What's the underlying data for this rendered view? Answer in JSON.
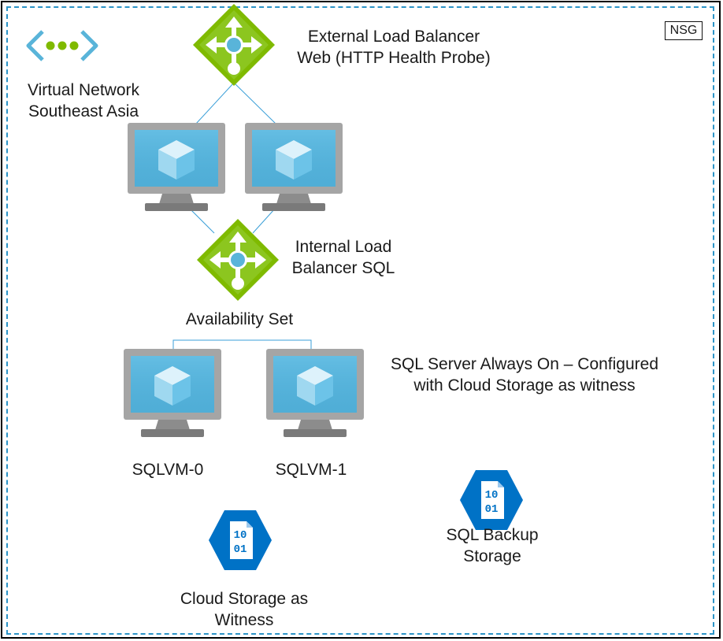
{
  "nsg": {
    "label": "NSG"
  },
  "virtual_network": {
    "line1": "Virtual Network",
    "line2": "Southeast Asia",
    "icon": "vnet-icon"
  },
  "external_lb": {
    "line1": "External Load Balancer",
    "line2": "Web (HTTP Health Probe)",
    "icon": "load-balancer-icon"
  },
  "internal_lb": {
    "line1": "Internal Load",
    "line2": "Balancer SQL",
    "icon": "load-balancer-icon"
  },
  "availability_set": {
    "label": "Availability Set"
  },
  "sql_always_on": {
    "line1": "SQL Server Always On – Configured",
    "line2": "with Cloud Storage as witness"
  },
  "vm_labels": {
    "sqlvm0": "SQLVM-0",
    "sqlvm1": "SQLVM-1"
  },
  "storage_icon_text": {
    "top": "10",
    "bottom": "01"
  },
  "cloud_storage": {
    "line1": "Cloud Storage as",
    "line2": "Witness"
  },
  "backup_storage": {
    "line1": "SQL Backup",
    "line2": "Storage"
  },
  "colors": {
    "lb_green": "#7fba00",
    "monitor_blue": "#3aa7dc",
    "storage_blue": "#0072c6",
    "border_dash": "#2b93c7"
  }
}
